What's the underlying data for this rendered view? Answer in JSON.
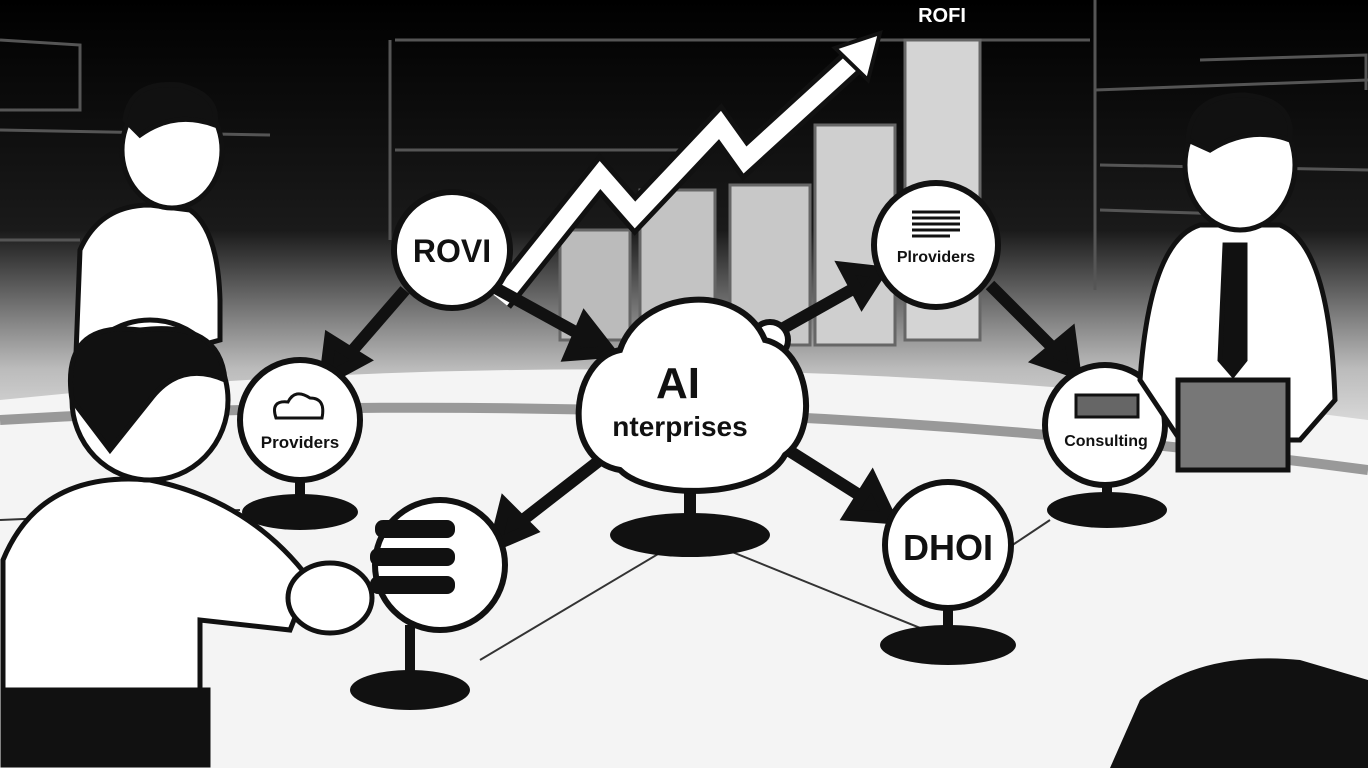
{
  "scene": {
    "chart_label": "ROFI",
    "nodes": {
      "rovi": "ROVI",
      "providers_left": "Providers",
      "ai_line1": "AI",
      "ai_line2": "nterprises",
      "providers_right": "Plroviders",
      "consulting": "Consulting",
      "dhoi": "DHOI"
    }
  },
  "colors": {
    "background": "#000000",
    "floor": "#f2f2f2",
    "bar": "#c8c8c8",
    "ink": "#111111"
  }
}
